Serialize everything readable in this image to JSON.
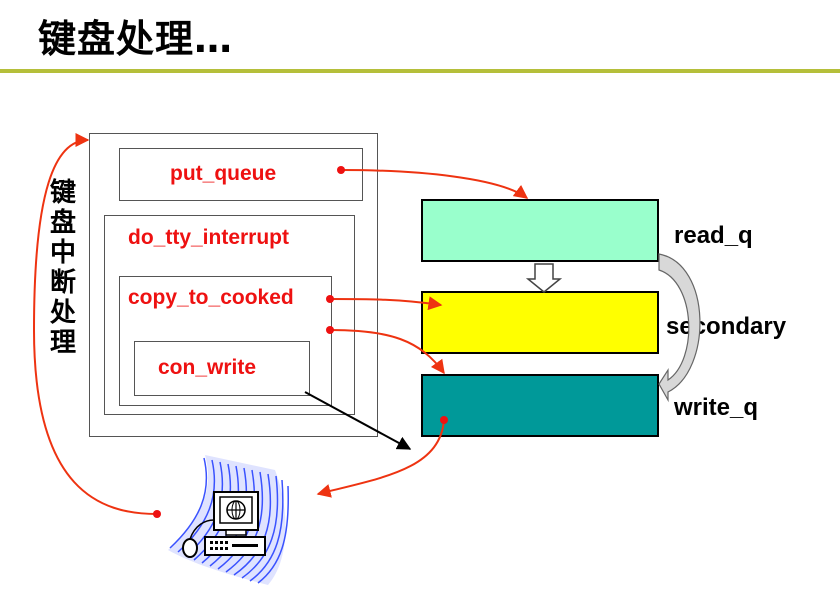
{
  "slide": {
    "title": "键盘处理…"
  },
  "side_label": [
    "键",
    "盘",
    "中",
    "断",
    "处",
    "理"
  ],
  "functions": {
    "put_queue": "put_queue",
    "do_tty_interrupt": "do_tty_interrupt",
    "copy_to_cooked": "copy_to_cooked",
    "con_write": "con_write"
  },
  "queues": {
    "read_q": {
      "label": "read_q",
      "color": "#99ffcc"
    },
    "secondary": {
      "label": "secondary",
      "color": "#ffff00"
    },
    "write_q": {
      "label": "write_q",
      "color": "#009999"
    }
  },
  "colors": {
    "arrow": "#ee3311",
    "function_text": "#ee1111",
    "title_rule": "#b5bf3a"
  },
  "icons": {
    "computer": "computer-terminal-icon"
  }
}
